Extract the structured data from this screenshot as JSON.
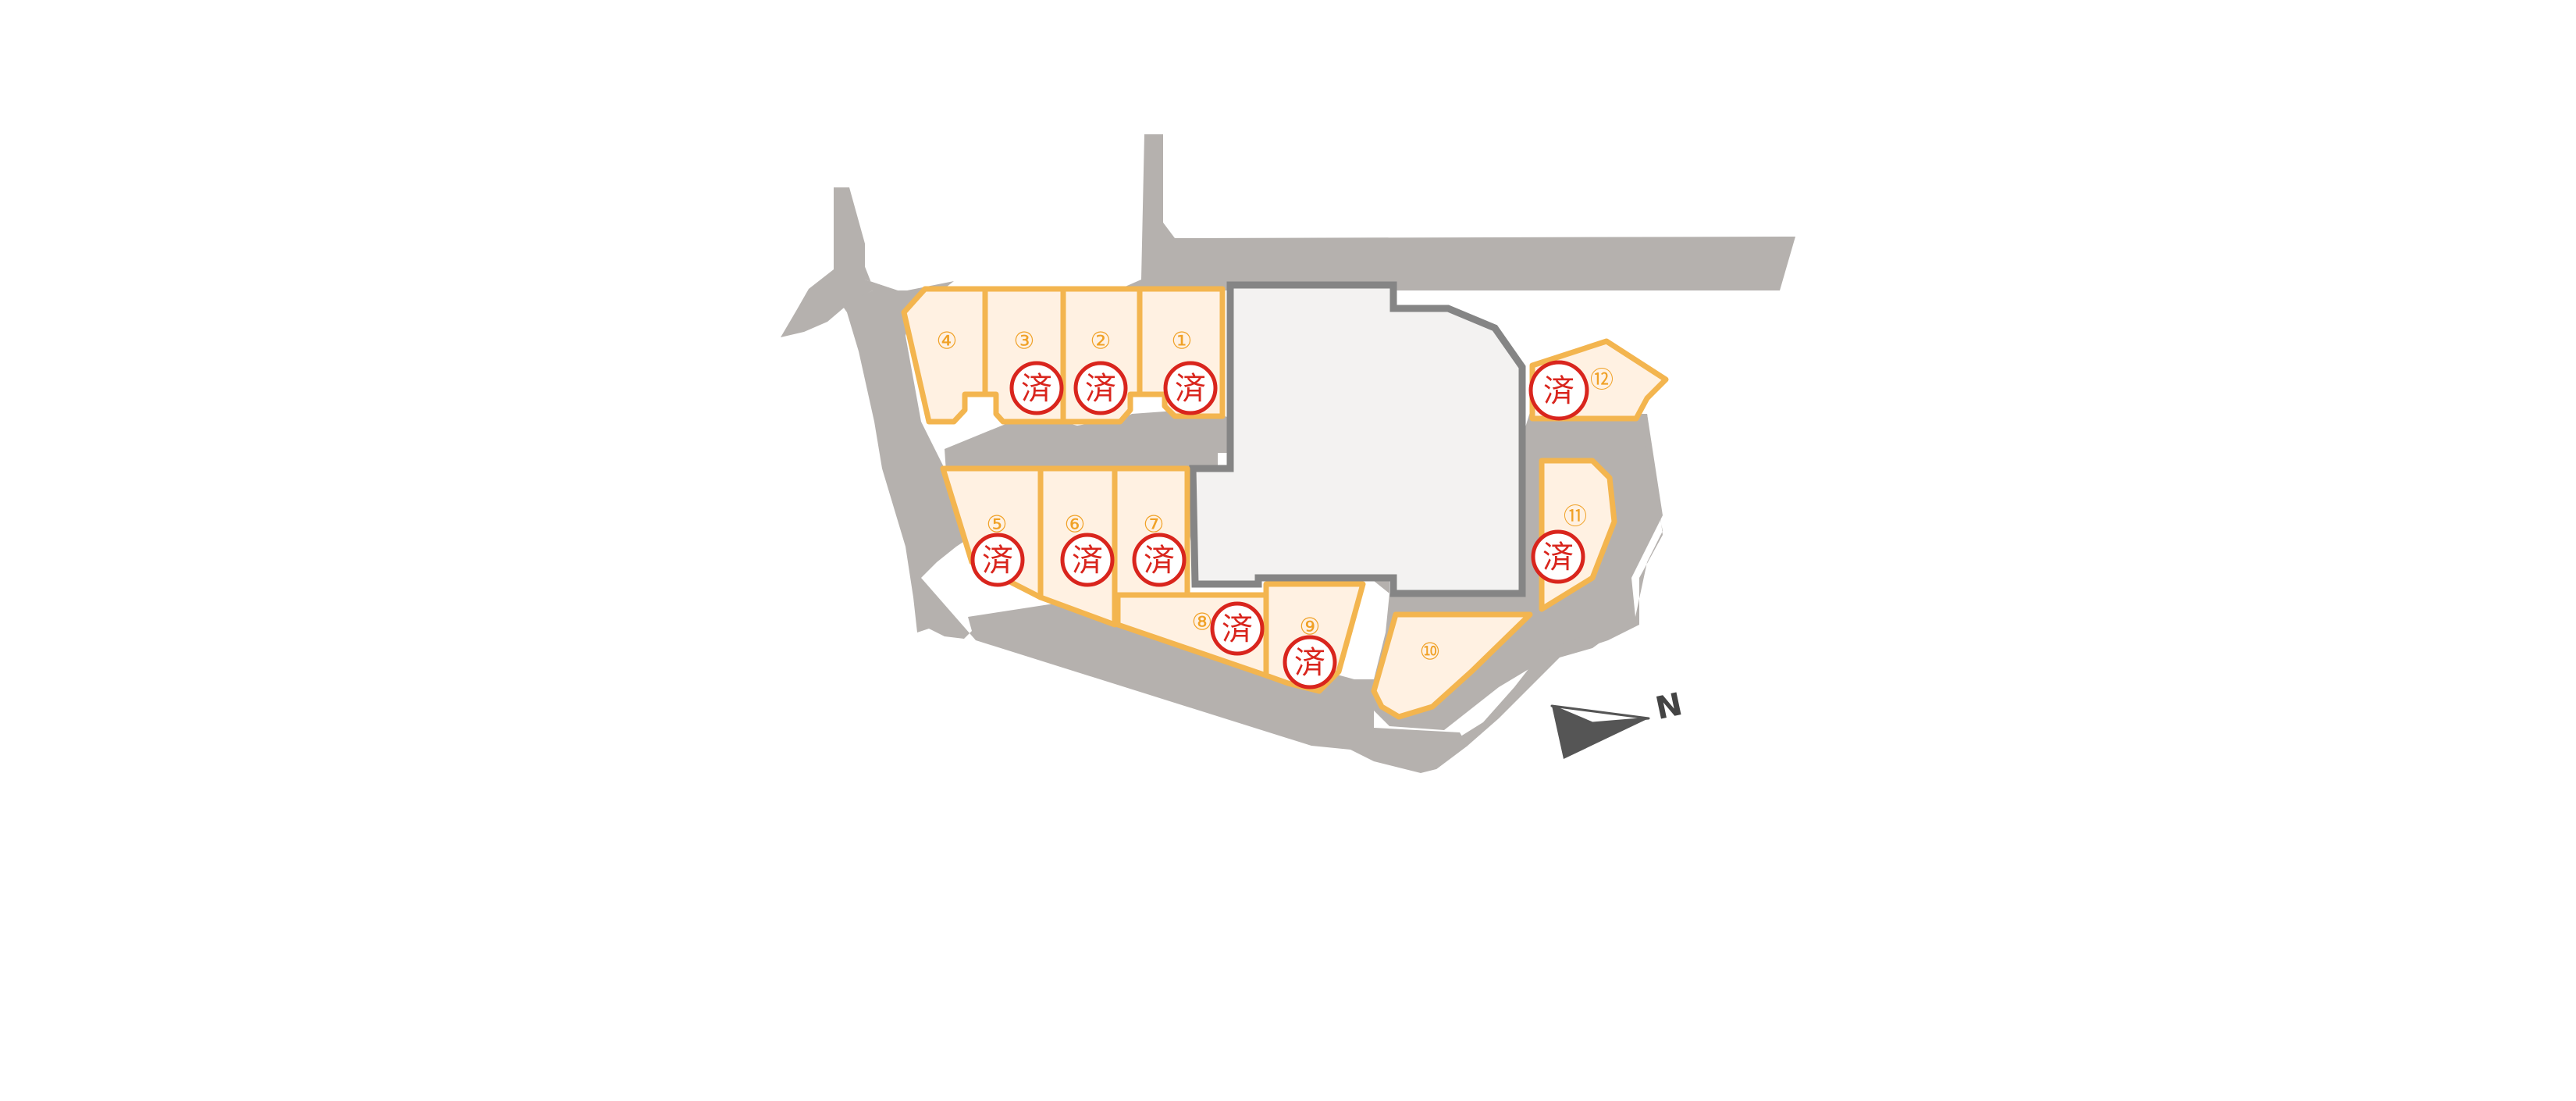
{
  "map": {
    "lots": [
      {
        "id": "lot-1",
        "label": "①",
        "sold": true
      },
      {
        "id": "lot-2",
        "label": "②",
        "sold": true
      },
      {
        "id": "lot-3",
        "label": "③",
        "sold": true
      },
      {
        "id": "lot-4",
        "label": "④",
        "sold": false
      },
      {
        "id": "lot-5",
        "label": "⑤",
        "sold": true
      },
      {
        "id": "lot-6",
        "label": "⑥",
        "sold": true
      },
      {
        "id": "lot-7",
        "label": "⑦",
        "sold": true
      },
      {
        "id": "lot-8",
        "label": "⑧",
        "sold": true
      },
      {
        "id": "lot-9",
        "label": "⑨",
        "sold": true
      },
      {
        "id": "lot-10",
        "label": "⑩",
        "sold": false
      },
      {
        "id": "lot-11",
        "label": "⑪",
        "sold": true
      },
      {
        "id": "lot-12",
        "label": "⑫",
        "sold": true
      }
    ],
    "sold_mark": "済",
    "north_label": "N",
    "colors": {
      "road": "#b5b1ae",
      "lot_fill": "#fff1e2",
      "lot_border": "#f3b54f",
      "lot_number": "#f0a126",
      "sold_stamp": "#d9251d",
      "common_area": "#f3f2f1",
      "common_area_border": "#858585"
    }
  }
}
